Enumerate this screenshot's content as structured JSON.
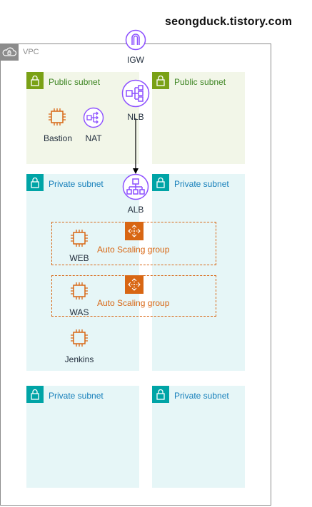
{
  "watermark": "seongduck.tistory.com",
  "vpc": {
    "label": "VPC"
  },
  "igw": {
    "label": "IGW"
  },
  "nlb": {
    "label": "NLB"
  },
  "alb": {
    "label": "ALB"
  },
  "subnets": {
    "public_left": {
      "label": "Public subnet"
    },
    "public_right": {
      "label": "Public subnet"
    },
    "private_mid_left": {
      "label": "Private subnet"
    },
    "private_mid_right": {
      "label": "Private subnet"
    },
    "private_bottom_left": {
      "label": "Private subnet"
    },
    "private_bottom_right": {
      "label": "Private subnet"
    }
  },
  "instances": {
    "bastion": "Bastion",
    "nat": "NAT",
    "web": "WEB",
    "was": "WAS",
    "jenkins": "Jenkins"
  },
  "asg_web": {
    "label": "Auto Scaling group"
  },
  "asg_was": {
    "label": "Auto Scaling group"
  },
  "colors": {
    "public_subnet": "#7aa116",
    "private_subnet": "#00a4a6",
    "network": "#8c4fff",
    "compute": "#d86613",
    "vpc_border": "#8c8c8c"
  }
}
